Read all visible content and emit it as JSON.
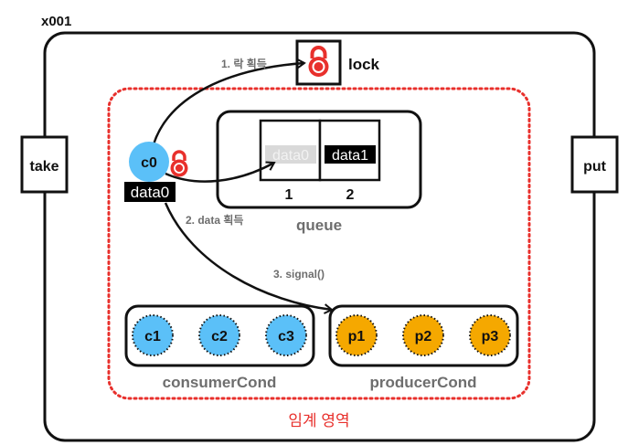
{
  "diagram": {
    "instance_label": "x001",
    "lock": {
      "label": "lock",
      "icon": "padlock-icon"
    },
    "methods": {
      "take": "take",
      "put": "put"
    },
    "critical_section_label": "임계 영역",
    "thread": {
      "name": "c0",
      "holding": "data0",
      "has_lock_icon": "padlock-icon"
    },
    "queue": {
      "label": "queue",
      "slots": [
        {
          "index": "1",
          "value": "data0",
          "state": "removed"
        },
        {
          "index": "2",
          "value": "data1",
          "state": "present"
        }
      ]
    },
    "steps": [
      {
        "label": "1. 락 획득"
      },
      {
        "label": "2. data 획득"
      },
      {
        "label": "3. signal()"
      }
    ],
    "consumer_cond": {
      "label": "consumerCond",
      "threads": [
        "c1",
        "c2",
        "c3"
      ]
    },
    "producer_cond": {
      "label": "producerCond",
      "threads": [
        "p1",
        "p2",
        "p3"
      ]
    },
    "colors": {
      "consumer": "#5bc0f8",
      "producer": "#f5a800",
      "lock": "#e8302c",
      "critical_border": "#e8302c",
      "label_gray": "#6e6e6e"
    }
  }
}
